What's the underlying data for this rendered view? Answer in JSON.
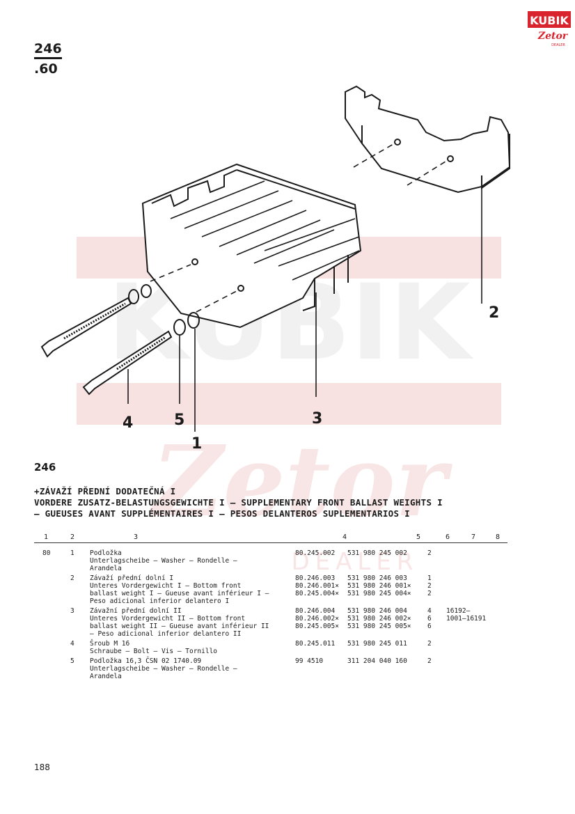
{
  "header": {
    "group_number": "246",
    "group_sub": ".60",
    "logo_brand": "KUBIK",
    "logo_sub": "Zetor",
    "logo_tag": "DEALER"
  },
  "watermark": {
    "brand": "KUBIK",
    "sub": "Zetor",
    "tag": "DEALER"
  },
  "callouts": {
    "c1": "1",
    "c2": "2",
    "c3": "3",
    "c4": "4",
    "c5": "5"
  },
  "section": {
    "group": "246",
    "title_line1": "+ZÁVAŽÍ PŘEDNÍ DODATEČNÁ I",
    "title_line2": "VORDERE ZUSATZ-BELASTUNGSGEWICHTE I — SUPPLEMENTARY FRONT BALLAST WEIGHTS I",
    "title_line3": "— GUEUSES AVANT SUPPLÉMENTAIRES I — PESOS DELANTEROS SUPLEMENTARIOS I"
  },
  "columns": [
    "1",
    "2",
    "3",
    "4",
    "5",
    "6",
    "7",
    "8"
  ],
  "parts": {
    "p1": {
      "col1": "80",
      "pos": "1",
      "desc": [
        "Podložka",
        "Unterlagscheibe — Washer — Rondelle —",
        "Arandela"
      ],
      "num_a": [
        "80.245.002"
      ],
      "num_b": [
        "531 980 245 002"
      ],
      "qty": [
        "2"
      ],
      "range_a": [],
      "range_b": []
    },
    "p2": {
      "pos": "2",
      "desc": [
        "Závaží přední dolní I",
        "Unteres Vordergewicht I — Bottom front",
        "ballast weight I — Gueuse avant inférieur I —",
        "Peso adicional inferior delantero I"
      ],
      "num_a": [
        "80.246.003",
        "80.246.001×",
        "80.245.004×"
      ],
      "num_b": [
        "531 980 246 003",
        "531 980 246 001×",
        "531 980 245 004×"
      ],
      "qty": [
        "1",
        "2",
        "2"
      ]
    },
    "p3": {
      "pos": "3",
      "desc": [
        "Závažní přední dolní II",
        "Unteres Vordergewicht II — Bottom front",
        "ballast weight II — Gueuse avant inférieur II",
        "— Peso adicional inferior delantero II"
      ],
      "num_a": [
        "80.246.004",
        "80.246.002×",
        "80.245.005×"
      ],
      "num_b": [
        "531 980 246 004",
        "531 980 246 002×",
        "531 980 245 005×"
      ],
      "qty": [
        "4",
        "6",
        "6"
      ],
      "range_a": [
        "16192—",
        "1001—16191"
      ]
    },
    "p4": {
      "pos": "4",
      "desc": [
        "Šroub M 16",
        "Schraube — Bolt — Vis — Tornillo"
      ],
      "num_a": [
        "80.245.011"
      ],
      "num_b": [
        "531 980 245 011"
      ],
      "qty": [
        "2"
      ]
    },
    "p5": {
      "pos": "5",
      "desc": [
        "Podložka 16,3 ČSN 02 1740.09",
        "Unterlagscheibe — Washer — Rondelle —",
        "Arandela"
      ],
      "num_a": [
        "99 4510"
      ],
      "num_b": [
        "311 204 040 160"
      ],
      "qty": [
        "2"
      ]
    }
  },
  "page_number": "188",
  "colors": {
    "ink": "#1a1a1a",
    "logo_red": "#d9232d",
    "watermark": "#f3c9c9"
  }
}
